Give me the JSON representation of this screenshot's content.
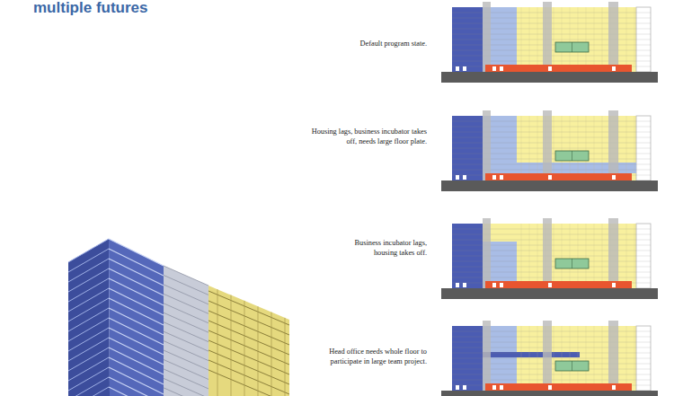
{
  "diagram": {
    "title": "multiple futures",
    "labels": [
      "Default program state.",
      "Housing lags, business incubator takes off, needs large floor plate.",
      "Business incubator lags, housing takes off.",
      "Head office needs whole floor to participate in large team project."
    ]
  }
}
